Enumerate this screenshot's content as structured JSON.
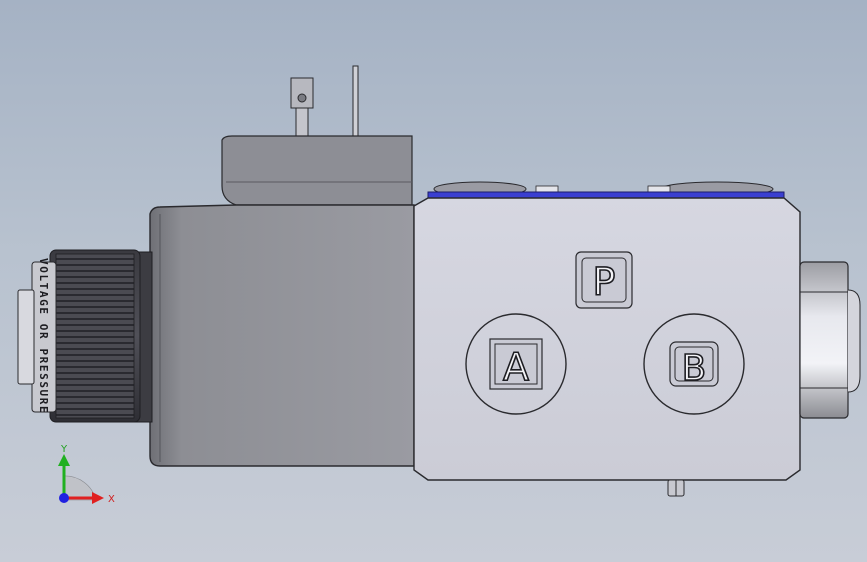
{
  "viewport": {
    "background_top": "#a5b2c4",
    "background_bottom": "#c8cdd7"
  },
  "valve_body": {
    "ports": {
      "p_label": "P",
      "a_label": "A",
      "b_label": "B"
    },
    "face_color": "#d0d1dc",
    "top_plate_color": "#3a3fd0"
  },
  "knurled_knob": {
    "engraving": "VOLTAGE OR PRESSURE"
  },
  "triad": {
    "x_label": "X",
    "y_label": "Y",
    "x_color": "#e02020",
    "y_color": "#20b020",
    "z_color": "#2020e0"
  }
}
